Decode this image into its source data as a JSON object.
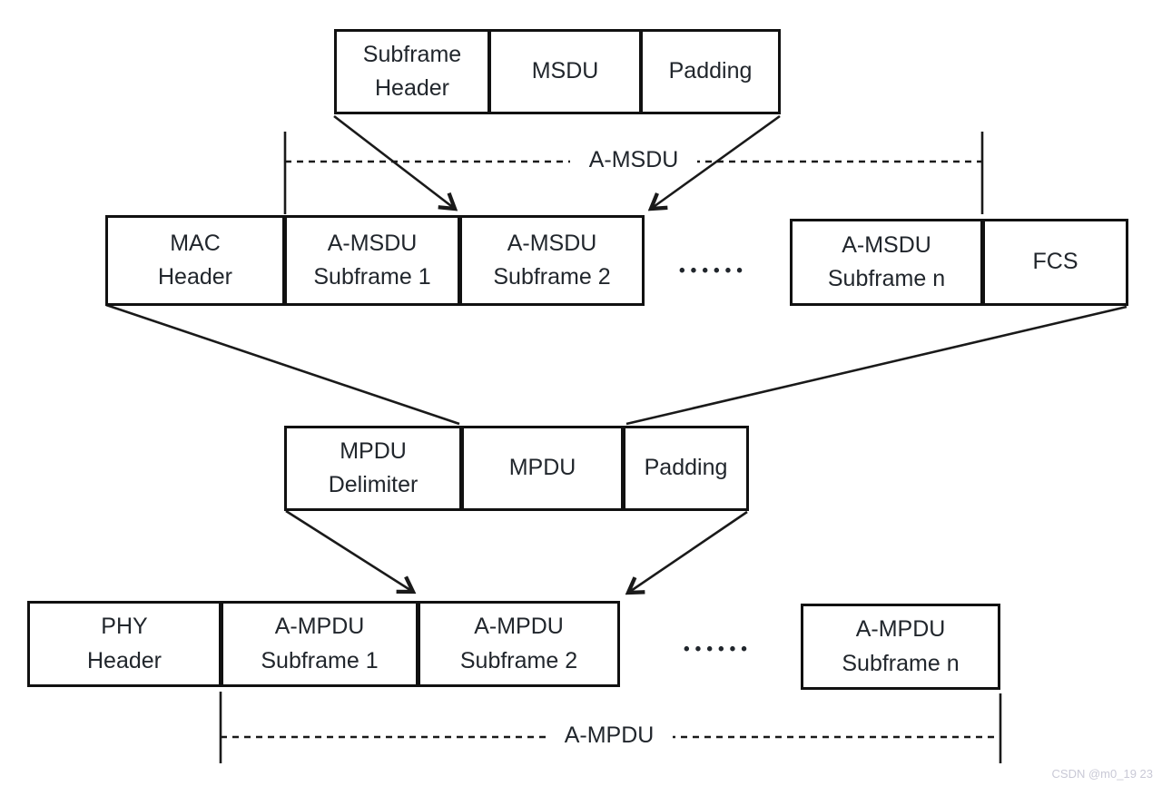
{
  "diagram": {
    "title_implied": "A-MSDU / A-MPDU aggregation structure",
    "row1": {
      "cells": [
        "Subframe\nHeader",
        "MSDU",
        "Padding"
      ]
    },
    "amsdu_range_label": "A-MSDU",
    "row2": {
      "main_cells": [
        "MAC\nHeader",
        "A-MSDU\nSubframe 1",
        "A-MSDU\nSubframe 2"
      ],
      "ellipsis": "••••••",
      "tail_cells": [
        "A-MSDU\nSubframe n",
        "FCS"
      ]
    },
    "row3": {
      "cells": [
        "MPDU\nDelimiter",
        "MPDU",
        "Padding"
      ]
    },
    "row4": {
      "main_cells": [
        "PHY\nHeader",
        "A-MPDU\nSubframe 1",
        "A-MPDU\nSubframe 2"
      ],
      "ellipsis": "••••••",
      "tail_cells": [
        "A-MPDU\nSubframe n"
      ]
    },
    "ampdu_range_label": "A-MPDU"
  },
  "colors": {
    "line": "#1a1a1a",
    "text": "#21262c",
    "watermark": "#c9c9d6"
  },
  "watermark_text": "CSDN @m0_19 23"
}
